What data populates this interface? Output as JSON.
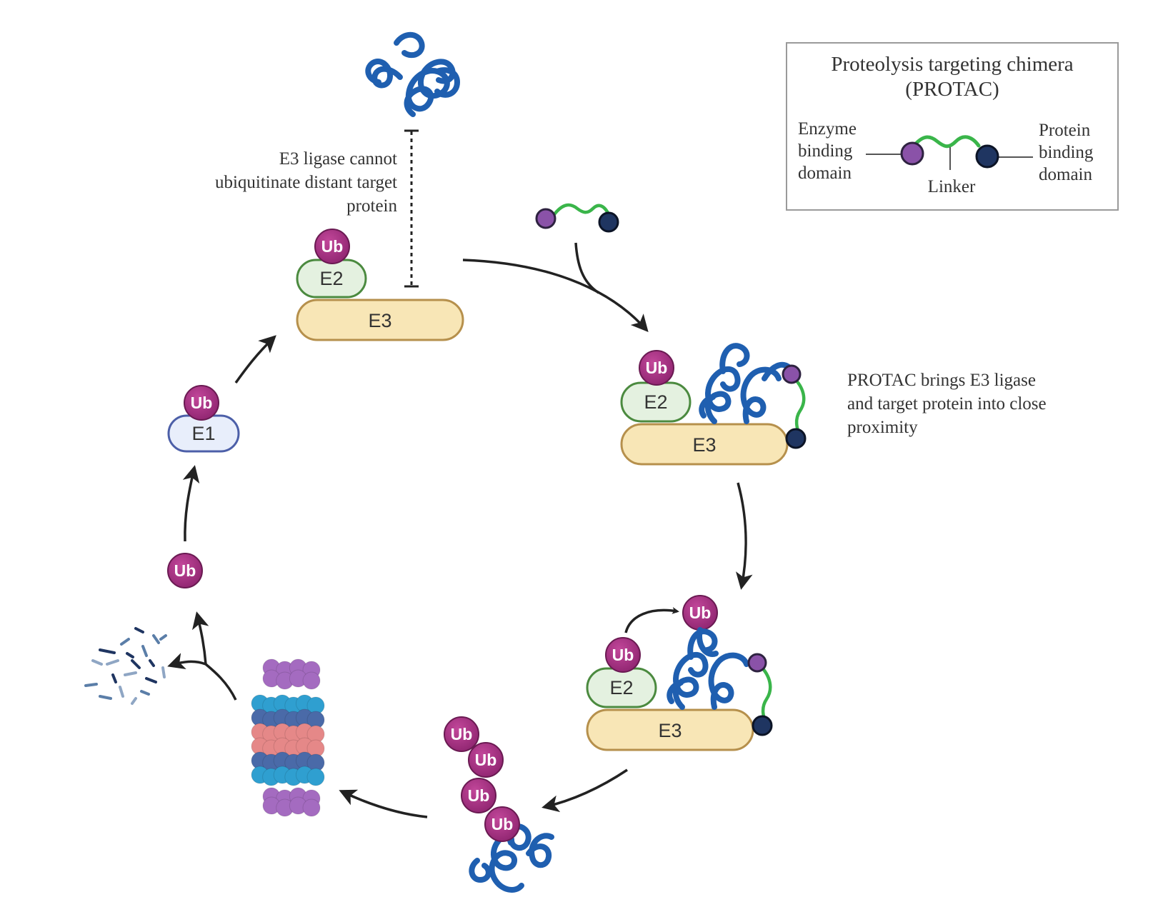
{
  "legend": {
    "title_line1": "Proteolysis targeting chimera",
    "title_line2": "(PROTAC)",
    "left_label": [
      "Enzyme",
      "binding",
      "domain"
    ],
    "right_label": [
      "Protein",
      "binding",
      "domain"
    ],
    "linker_label": "Linker"
  },
  "annotations": {
    "distant": [
      "E3 ligase cannot",
      "ubiquitinate distant target",
      "protein"
    ],
    "proximity": [
      "PROTAC brings E3 ligase",
      "and target protein into close",
      "proximity"
    ]
  },
  "labels": {
    "e1": "E1",
    "e2": "E2",
    "e3": "E3",
    "ub": "Ub"
  },
  "colors": {
    "ub": "#a3307e",
    "e2_fill": "#e4f1e0",
    "e2_stroke": "#4b8a3f",
    "e3_fill": "#f8e6b6",
    "e3_stroke": "#b6904c",
    "e1_fill": "#e8eefb",
    "e1_stroke": "#4c5fa8",
    "protein": "#1f5fb0",
    "linker": "#3ab54a",
    "enzyme_domain": "#8a52a8",
    "protein_domain": "#1f3561",
    "arrow": "#222222"
  },
  "icons": [
    "target-protein-icon",
    "protac-icon",
    "proteasome-icon",
    "peptide-fragments-icon"
  ]
}
